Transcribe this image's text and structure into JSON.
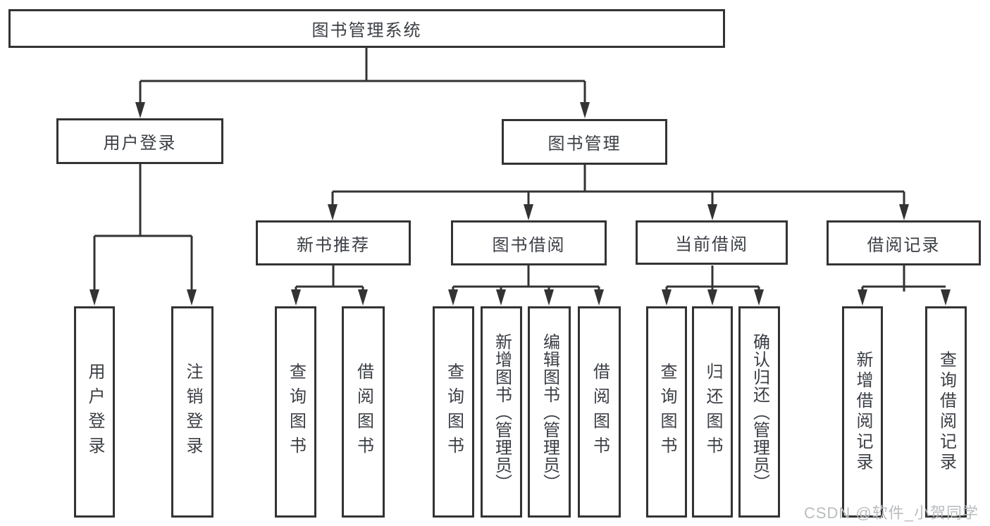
{
  "diagram": {
    "root": {
      "label": "图书管理系统"
    },
    "branches": [
      {
        "label": "用户登录",
        "leaves": [
          "用户登录",
          "注销登录"
        ]
      },
      {
        "label": "图书管理",
        "groups": [
          {
            "label": "新书推荐",
            "leaves": [
              "查询图书",
              "借阅图书"
            ]
          },
          {
            "label": "图书借阅",
            "leaves": [
              "查询图书",
              "新增图书（管理员）",
              "编辑图书（管理员）",
              "借阅图书"
            ]
          },
          {
            "label": "当前借阅",
            "leaves": [
              "查询图书",
              "归还图书",
              "确认归还（管理员）"
            ]
          },
          {
            "label": "借阅记录",
            "leaves": [
              "新增借阅记录",
              "查询借阅记录"
            ]
          }
        ]
      }
    ]
  },
  "watermark": {
    "text": "CSDN @软件_小贺同学"
  },
  "colors": {
    "line": "#333333",
    "text": "#3a3e44",
    "watermark": "#b9bcbf",
    "background": "#ffffff"
  }
}
